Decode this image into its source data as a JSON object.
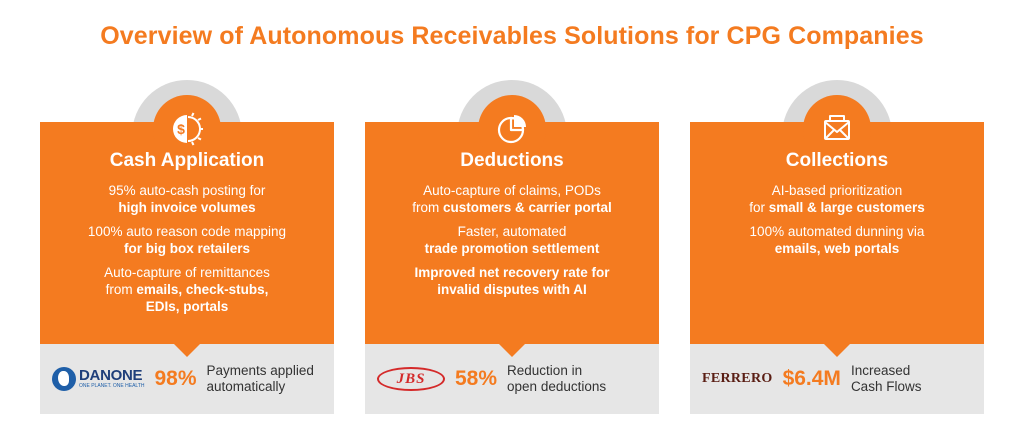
{
  "title": "Overview of Autonomous Receivables Solutions for CPG Companies",
  "colors": {
    "accent": "#f47b20",
    "notch": "#d9d9d9",
    "footer": "#e6e6e6",
    "text_dark": "#333333"
  },
  "cards": [
    {
      "icon": "dollar-gear-icon",
      "title": "Cash Application",
      "paragraphs": [
        {
          "lead": "95% auto-cash posting for",
          "bold": "high invoice volumes"
        },
        {
          "lead": "100% auto reason code mapping",
          "bold": "for big box retailers"
        },
        {
          "lead": "Auto-capture of remittances",
          "lead2": "from ",
          "bold": "emails, check-stubs,",
          "bold2": "EDIs, portals"
        }
      ],
      "footer": {
        "logo": "danone-logo",
        "logo_name": "DANONE",
        "logo_tagline": "ONE PLANET. ONE HEALTH",
        "metric": "98%",
        "label_line1": "Payments applied",
        "label_line2": "automatically"
      }
    },
    {
      "icon": "pie-chart-icon",
      "title": "Deductions",
      "paragraphs": [
        {
          "lead": "Auto-capture of claims, PODs",
          "lead2": "from ",
          "bold": "customers & carrier portal"
        },
        {
          "lead": "Faster, automated",
          "bold": "trade promotion settlement"
        },
        {
          "bold": "Improved net recovery rate for",
          "bold2": "invalid disputes with AI"
        }
      ],
      "footer": {
        "logo": "jbs-logo",
        "logo_name": "JBS",
        "metric": "58%",
        "label_line1": "Reduction in",
        "label_line2": "open deductions"
      }
    },
    {
      "icon": "envelope-icon",
      "title": "Collections",
      "paragraphs": [
        {
          "lead": "AI-based prioritization",
          "lead2": "for ",
          "bold": "small & large customers"
        },
        {
          "lead": "100% automated dunning via",
          "bold": "emails, web portals"
        }
      ],
      "footer": {
        "logo": "ferrero-logo",
        "logo_name": "FERRERO",
        "metric": "$6.4M",
        "label_line1": "Increased",
        "label_line2": "Cash Flows"
      }
    }
  ]
}
